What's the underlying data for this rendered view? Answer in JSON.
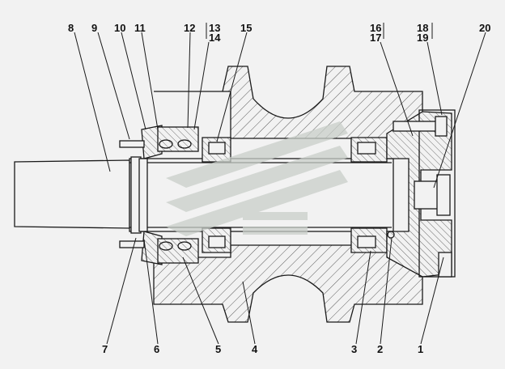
{
  "callouts": {
    "c1": "1",
    "c2": "2",
    "c3": "3",
    "c4": "4",
    "c5": "5",
    "c6": "6",
    "c7": "7",
    "c8": "8",
    "c9": "9",
    "c10": "10",
    "c11": "11",
    "c12": "12",
    "c13": "13",
    "c14": "14",
    "c15": "15",
    "c16": "16",
    "c17": "17",
    "c18": "18",
    "c19": "19",
    "c20": "20"
  },
  "colors": {
    "line": "#1a1a1a",
    "background": "#f2f2f2",
    "watermark": "#c9cfc9"
  },
  "watermark": {
    "type": "logo-mark"
  }
}
